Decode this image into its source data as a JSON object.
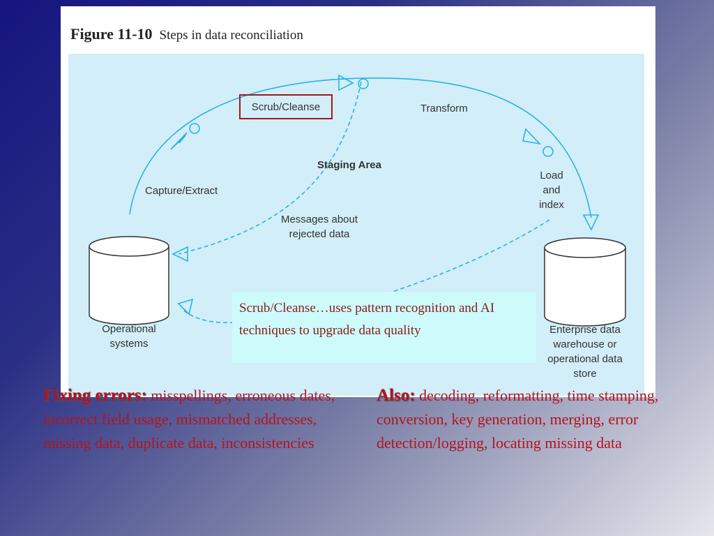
{
  "figure": {
    "number": "Figure 11-10",
    "caption": "Steps in data reconciliation"
  },
  "diagram": {
    "labels": {
      "scrub_cleanse": "Scrub/Cleanse",
      "transform": "Transform",
      "staging_area": "Staging Area",
      "capture_extract": "Capture/Extract",
      "load_line1": "Load",
      "load_line2": "and",
      "load_line3": "index",
      "messages_line1": "Messages about",
      "messages_line2": "rejected data",
      "operational_line1": "Operational",
      "operational_line2": "systems",
      "warehouse_line1": "Enterprise data",
      "warehouse_line2": "warehouse or",
      "warehouse_line3": "operational data",
      "warehouse_line4": "store"
    },
    "colors": {
      "flow": "#2ab3e6",
      "highlight_box": "#9b1b1b",
      "panel": "#d2eef8"
    }
  },
  "callout": {
    "text": "Scrub/Cleanse…uses pattern recognition and AI techniques to upgrade data quality"
  },
  "notes": {
    "fixing": {
      "head": "Fixing errors:",
      "body": " misspellings, erroneous dates, incorrect field usage, mismatched addresses, missing data, duplicate data, inconsistencies"
    },
    "also": {
      "head": "Also:",
      "body": " decoding, reformatting, time stamping, conversion, key generation, merging, error detection/logging, locating missing data"
    }
  }
}
